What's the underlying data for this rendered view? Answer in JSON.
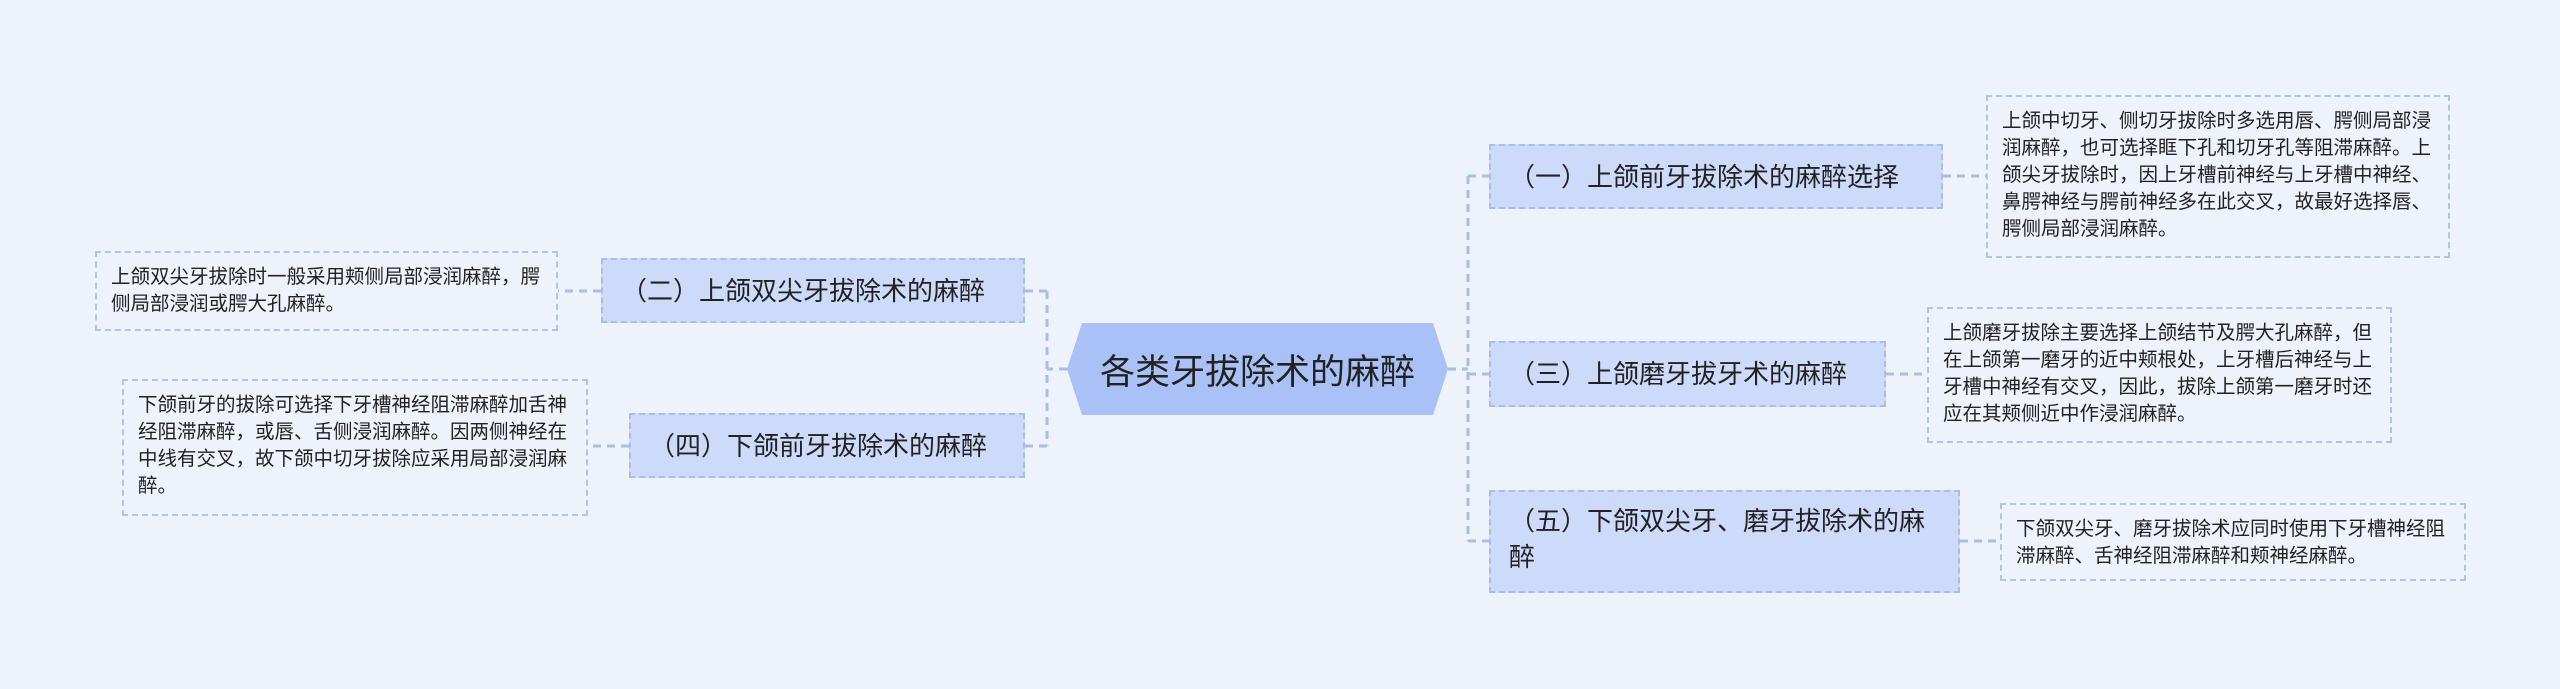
{
  "root": {
    "label": "各类牙拔除术的麻醉"
  },
  "branches": [
    {
      "label": "（一）上颌前牙拔除术的麻醉选择",
      "detail": "上颌中切牙、侧切牙拔除时多选用唇、腭侧局部浸润麻醉，也可选择眶下孔和切牙孔等阻滞麻醉。上颌尖牙拔除时，因上牙槽前神经与上牙槽中神经、鼻腭神经与腭前神经多在此交叉，故最好选择唇、腭侧局部浸润麻醉。"
    },
    {
      "label": "（二）上颌双尖牙拔除术的麻醉",
      "detail": "上颌双尖牙拔除时一般采用颊侧局部浸润麻醉，腭侧局部浸润或腭大孔麻醉。"
    },
    {
      "label": "（三）上颌磨牙拔牙术的麻醉",
      "detail": "上颌磨牙拔除主要选择上颌结节及腭大孔麻醉，但在上颌第一磨牙的近中颊根处，上牙槽后神经与上牙槽中神经有交叉，因此，拔除上颌第一磨牙时还应在其颊侧近中作浸润麻醉。"
    },
    {
      "label": "（四）下颌前牙拔除术的麻醉",
      "detail": "下颌前牙的拔除可选择下牙槽神经阻滞麻醉加舌神经阻滞麻醉，或唇、舌侧浸润麻醉。因两侧神经在中线有交叉，故下颌中切牙拔除应采用局部浸润麻醉。"
    },
    {
      "label": "（五）下颌双尖牙、磨牙拔除术的麻醉",
      "detail": "下颌双尖牙、磨牙拔除术应同时使用下牙槽神经阻滞麻醉、舌神经阻滞麻醉和颊神经麻醉。"
    }
  ],
  "colors": {
    "background": "#eef2fb",
    "root": "#a9c1f6",
    "node": "#cddafa",
    "line": "#a9bde9"
  }
}
